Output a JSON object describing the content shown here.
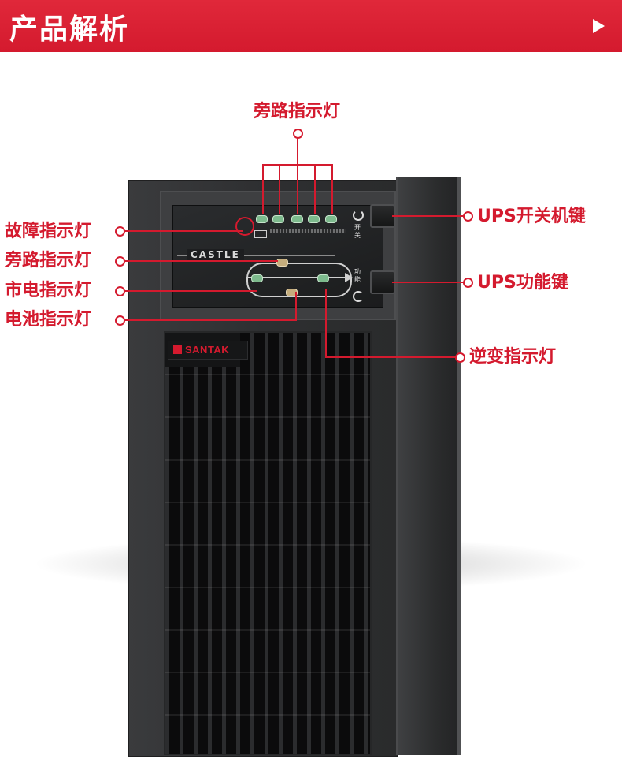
{
  "header": {
    "title": "产品解析",
    "arrow_icon": "play-arrow-icon"
  },
  "device": {
    "panel_brand": "CASTLE",
    "logo_text": "SANTAK",
    "button_labels": {
      "power": "开关",
      "function": "功能"
    }
  },
  "callouts": {
    "top_bypass": "旁路指示灯",
    "fault": "故障指示灯",
    "bypass": "旁路指示灯",
    "mains": "市电指示灯",
    "battery": "电池指示灯",
    "power_key": "UPS开关机键",
    "function_key": "UPS功能键",
    "inverter": "逆变指示灯"
  },
  "colors": {
    "accent": "#d41a2e",
    "led_green": "#7dba8d",
    "led_amber": "#c5ad7d"
  }
}
